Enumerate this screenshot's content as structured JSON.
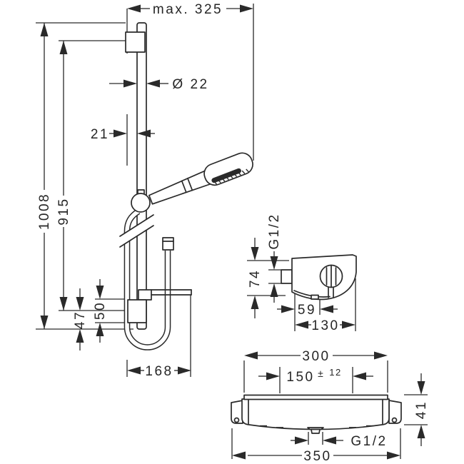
{
  "drawing": {
    "title": "shower-set-dimensional-drawing",
    "line_color": "#2a2a2a",
    "background": "#ffffff",
    "main_view": {
      "max_reach": "max. 325",
      "rail_diameter": "Ø 22",
      "wall_offset": "21",
      "total_height": "1008",
      "rail_height": "915",
      "bottom_offset": "47",
      "bracket_height": "50",
      "hose_bar_length": "168"
    },
    "side_view": {
      "thread": "G1/2",
      "body_height": "74",
      "knob_depth": "59",
      "total_depth": "130"
    },
    "front_view": {
      "body_width": "300",
      "inlet_spacing": "150",
      "tolerance_sign": "±",
      "tolerance_value": "12",
      "body_height": "41",
      "outlet_thread": "G1/2",
      "total_width": "350"
    }
  }
}
